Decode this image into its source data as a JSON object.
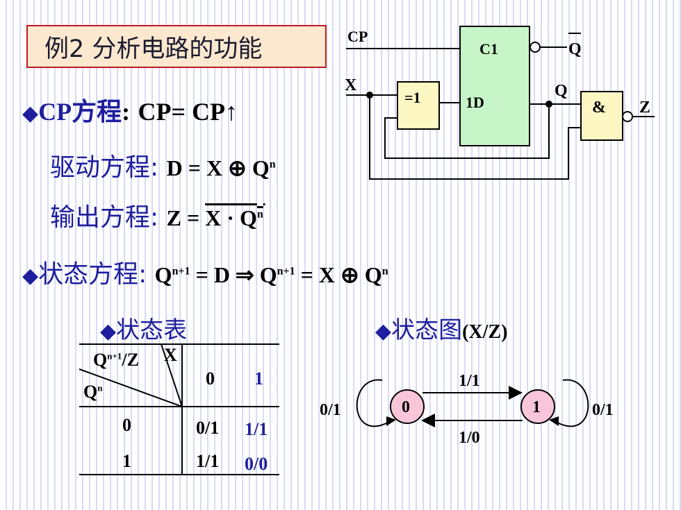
{
  "title": "例2 分析电路的功能",
  "bullet_cp": {
    "label": "CP方程",
    "colon": ":",
    "equation": "CP= CP↑"
  },
  "drive_eq": {
    "label": "驱动方程:",
    "lhs": "D = X ⊕ Q",
    "sup": "n"
  },
  "output_eq": {
    "label": "输出方程:",
    "lhs": "Z = ",
    "over": "X · Q",
    "sup": "n"
  },
  "state_eq": {
    "label": "状态方程:",
    "p1": "Q",
    "p1sup": "n+1",
    "p2": " = D ⇒ Q",
    "p2sup": "n+1",
    "p3": " = X ⊕ Q",
    "p3sup": "n"
  },
  "circuit": {
    "cp": "CP",
    "c1": "C1",
    "qbar": "Q",
    "x": "X",
    "xor": "=1",
    "d": "1D",
    "q": "Q",
    "and": "&",
    "z": "Z"
  },
  "state_table": {
    "heading": "状态表",
    "header_top": "Q",
    "header_top_sup": "n+1",
    "header_top_rest": "/Z",
    "header_x": "X",
    "header_qn": "Q",
    "header_qn_sup": "n",
    "cols": [
      "0",
      "1"
    ],
    "rows": [
      {
        "q": "0",
        "v0": "0/1",
        "v1": "1/1"
      },
      {
        "q": "1",
        "v0": "1/1",
        "v1": "0/0"
      }
    ]
  },
  "state_diagram": {
    "heading": "状态图",
    "heading_suffix": "(X/Z)",
    "states": [
      "0",
      "1"
    ],
    "edge_top": "1/1",
    "edge_bottom": "1/0",
    "self_left": "0/1",
    "self_right": "0/1"
  }
}
